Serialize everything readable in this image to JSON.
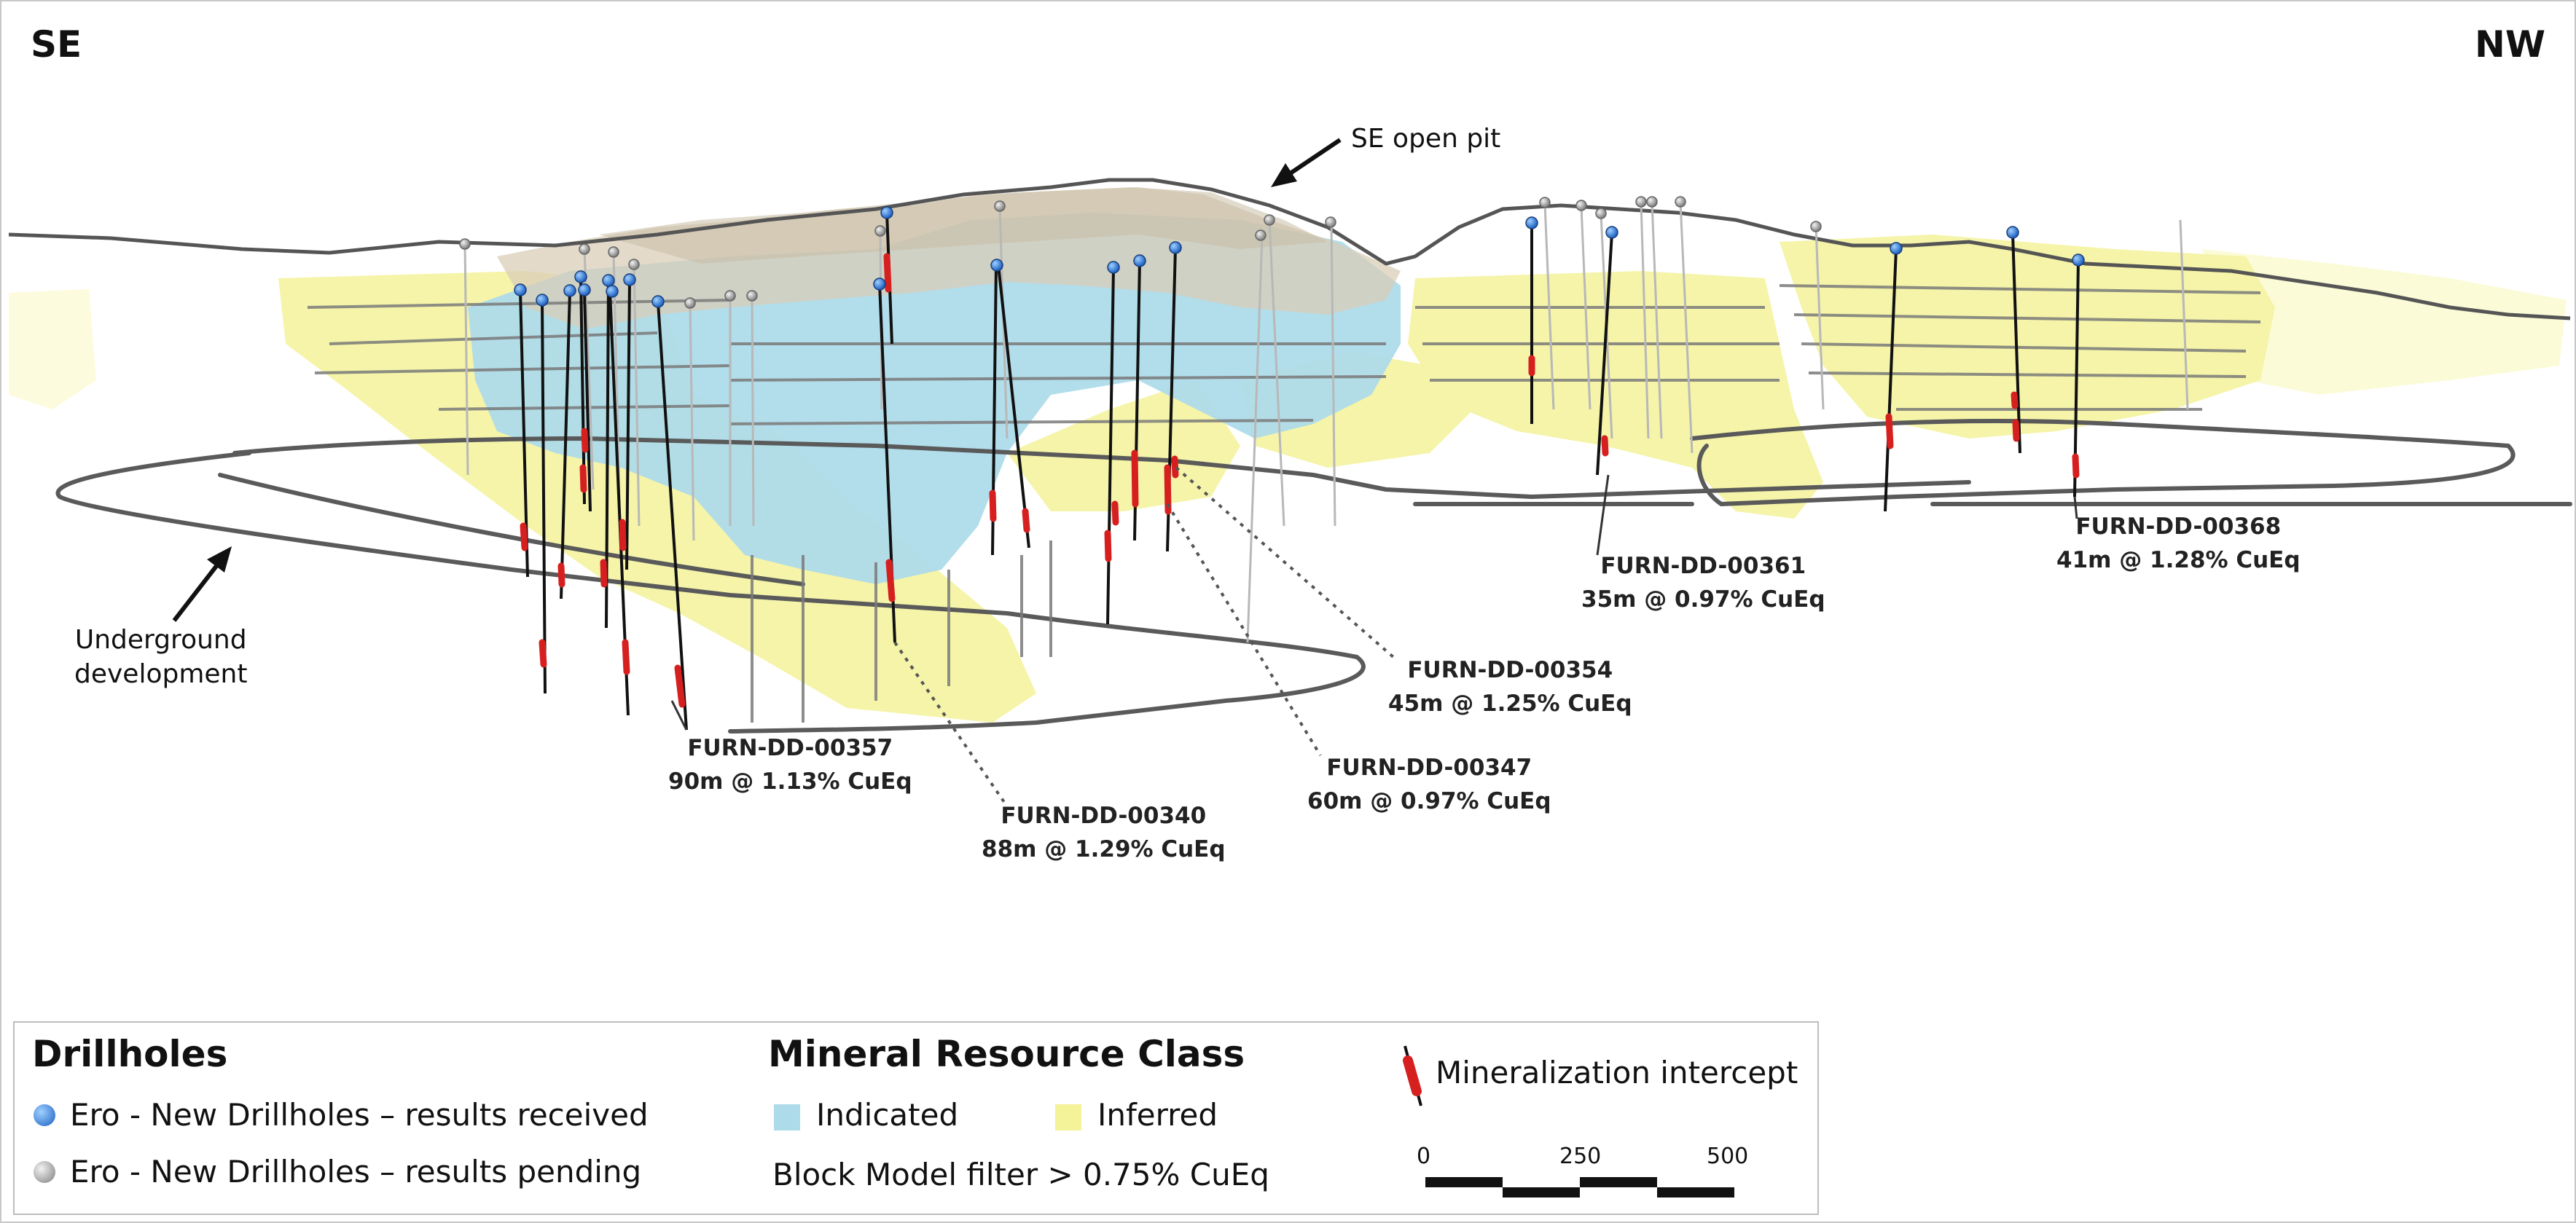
{
  "directions": {
    "left": "SE",
    "right": "NW"
  },
  "callouts": {
    "open_pit": "SE open pit",
    "underground_line1": "Underground",
    "underground_line2": "development"
  },
  "drillhole_labels": [
    {
      "id": "FURN-DD-00357",
      "result": "90m @ 1.13% CuEq"
    },
    {
      "id": "FURN-DD-00340",
      "result": "88m @ 1.29% CuEq"
    },
    {
      "id": "FURN-DD-00347",
      "result": "60m @ 0.97% CuEq"
    },
    {
      "id": "FURN-DD-00354",
      "result": "45m @ 1.25% CuEq"
    },
    {
      "id": "FURN-DD-00361",
      "result": "35m @ 0.97% CuEq"
    },
    {
      "id": "FURN-DD-00368",
      "result": "41m @ 1.28% CuEq"
    }
  ],
  "legend": {
    "drillholes_title": "Drillholes",
    "received": "Ero - New Drillholes – results received",
    "pending": "Ero - New Drillholes – results pending",
    "resource_title": "Mineral Resource Class",
    "indicated": "Indicated",
    "inferred": "Inferred",
    "filter": "Block Model filter > 0.75% CuEq",
    "intercept": "Mineralization intercept",
    "scale_ticks": [
      "0",
      "250",
      "500"
    ]
  },
  "colors": {
    "indicated": "#aedbea",
    "inferred": "#f4f39a",
    "pit": "#d9cdb8",
    "surface": "#555555",
    "development": "#5a5a5a",
    "intercept": "#d62020",
    "received": "#1f6fd6",
    "pending": "#9a9a9a"
  }
}
